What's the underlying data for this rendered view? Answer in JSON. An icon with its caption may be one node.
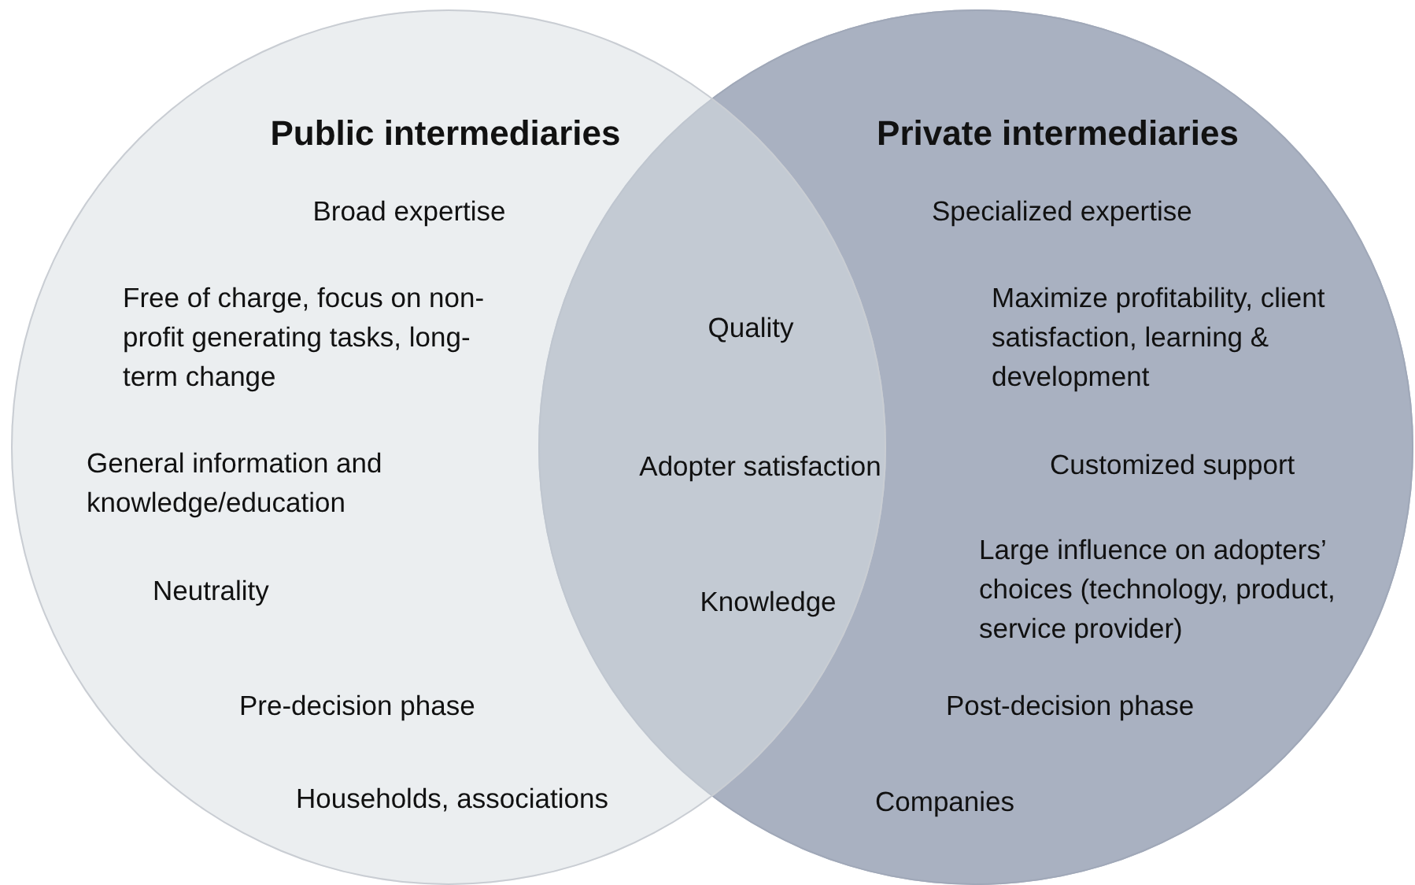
{
  "diagram": {
    "nodes": [
      {
        "text": [
          "Public intermediaries",
          "Broad expertise",
          "Free of charge, focus on non-profit generating tasks, long-term change",
          "General information and knowledge/education",
          "Neutrality",
          "Pre-decision phase",
          "Households, associations"
        ]
      },
      {
        "text": [
          "Private intermediaries",
          "Specialized expertise",
          "Maximize profitability, client satisfaction, learning & development",
          "Customized support",
          "Large influence on adopters’ choices (technology, product, service provider)",
          "Post-decision phase",
          "Companies"
        ]
      }
    ],
    "labels": [
      "Quality",
      "Adopter satisfaction",
      "Knowledge"
    ]
  }
}
